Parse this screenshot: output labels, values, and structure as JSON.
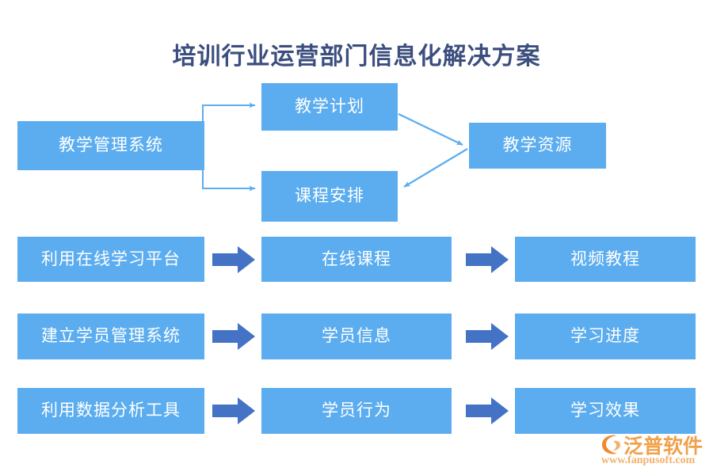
{
  "title": "培训行业运营部门信息化解决方案",
  "colors": {
    "title_text": "#3b4e7e",
    "node_fill": "#5cadef",
    "node_text": "#ffffff",
    "thin_connector": "#5cadef",
    "block_arrow": "#4472c4",
    "brand_orange": "#f0a14b",
    "background": "#ffffff"
  },
  "top_flow": {
    "source": {
      "label": "教学管理系统"
    },
    "branches": [
      {
        "label": "教学计划"
      },
      {
        "label": "课程安排"
      }
    ],
    "target": {
      "label": "教学资源"
    }
  },
  "rows": [
    {
      "steps": [
        {
          "label": "利用在线学习平台"
        },
        {
          "label": "在线课程"
        },
        {
          "label": "视频教程"
        }
      ]
    },
    {
      "steps": [
        {
          "label": "建立学员管理系统"
        },
        {
          "label": "学员信息"
        },
        {
          "label": "学习进度"
        }
      ]
    },
    {
      "steps": [
        {
          "label": "利用数据分析工具"
        },
        {
          "label": "学员行为"
        },
        {
          "label": "学习效果"
        }
      ]
    }
  ],
  "watermark": {
    "brand": "泛普软件",
    "url": "www.fanpusoft.com"
  }
}
